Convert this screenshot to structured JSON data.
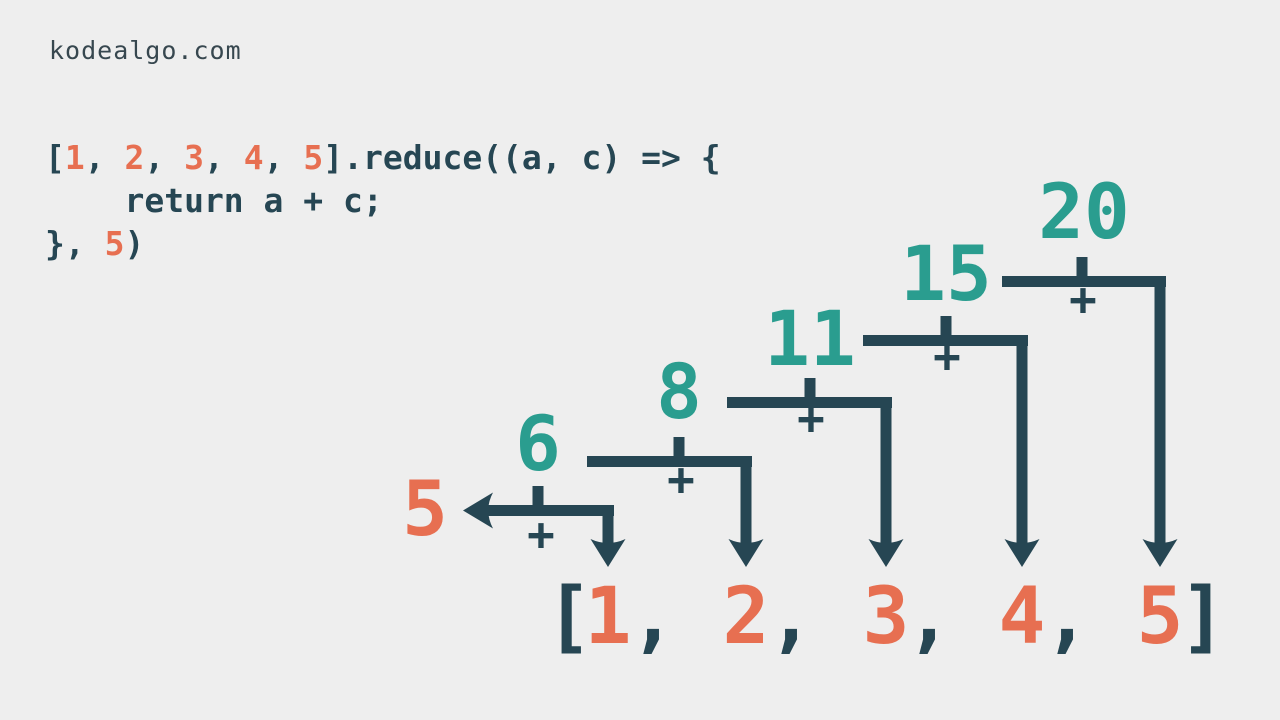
{
  "header": {
    "site": "kodealgo.com"
  },
  "code": {
    "line1": {
      "open": "[",
      "n1": "1",
      "s1": ", ",
      "n2": "2",
      "s2": ", ",
      "n3": "3",
      "s3": ", ",
      "n4": "4",
      "s4": ", ",
      "n5": "5",
      "rest": "].reduce((a, c) => {"
    },
    "line2": {
      "text": "    return a + c;"
    },
    "line3": {
      "close": "}, ",
      "init": "5",
      "end": ")"
    }
  },
  "diagram": {
    "initial_value": "5",
    "plus": "+",
    "steps": [
      {
        "result": "6"
      },
      {
        "result": "8"
      },
      {
        "result": "11"
      },
      {
        "result": "15"
      },
      {
        "result": "20"
      }
    ],
    "array": {
      "open": "[",
      "close": "]",
      "comma": ",",
      "items": [
        "1",
        "2",
        "3",
        "4",
        "5"
      ]
    },
    "colors": {
      "teal": "#2a9d8f",
      "orange": "#e76f51",
      "navy": "#264653",
      "background": "#eeeeee"
    }
  }
}
